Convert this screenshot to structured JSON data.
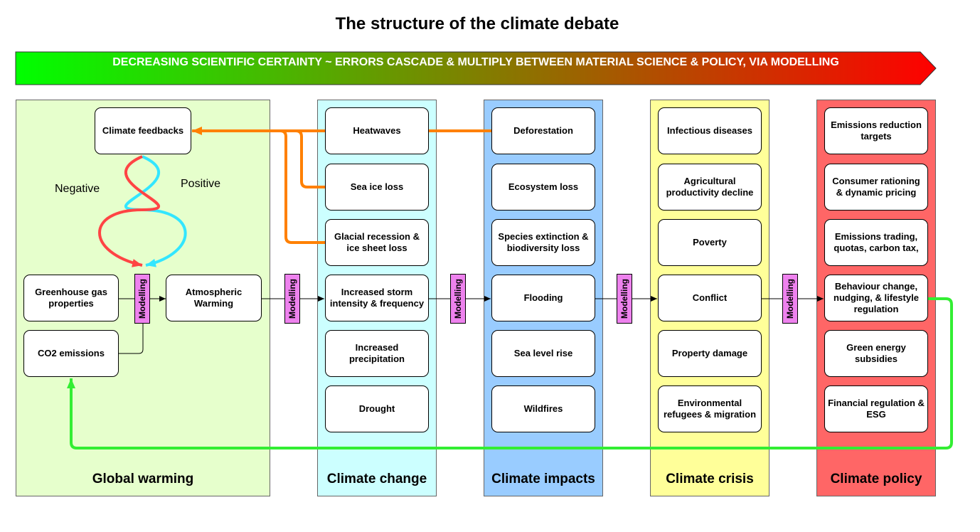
{
  "title": "The structure of the climate debate",
  "banner": {
    "text": "DECREASING SCIENTIFIC CERTAINTY ~ ERRORS CASCADE & MULTIPLY BETWEEN MATERIAL SCIENCE & POLICY, VIA MODELLING",
    "gradient": [
      "#00ff00",
      "#ff0000"
    ]
  },
  "panels": [
    {
      "label": "Global warming",
      "color": "#e6ffcc"
    },
    {
      "label": "Climate change",
      "color": "#ccffff"
    },
    {
      "label": "Climate impacts",
      "color": "#99ccff"
    },
    {
      "label": "Climate crisis",
      "color": "#ffff99"
    },
    {
      "label": "Climate policy",
      "color": "#ff6666"
    }
  ],
  "global_warming": {
    "climate_feedbacks": "Climate feedbacks",
    "negative": "Negative",
    "positive": "Positive",
    "greenhouse_gas": "Greenhouse gas properties",
    "co2_emissions": "CO2 emissions",
    "atmospheric_warming": "Atmospheric Warming"
  },
  "climate_change": [
    "Heatwaves",
    "Sea ice loss",
    "Glacial recession & ice sheet loss",
    "Increased storm intensity & frequency",
    "Increased precipitation",
    "Drought"
  ],
  "climate_impacts": [
    "Deforestation",
    "Ecosystem loss",
    "Species extinction & biodiversity loss",
    "Flooding",
    "Sea level rise",
    "Wildfires"
  ],
  "climate_crisis": [
    "Infectious diseases",
    "Agricultural productivity decline",
    "Poverty",
    "Conflict",
    "Property damage",
    "Environmental refugees & migration"
  ],
  "climate_policy": [
    "Emissions reduction targets",
    "Consumer rationing & dynamic pricing",
    "Emissions trading, quotas, carbon tax,",
    "Behaviour change, nudging, & lifestyle regulation",
    "Green energy subsidies",
    "Financial regulation & ESG"
  ],
  "modelling_label": "Modelling",
  "colors": {
    "negative_feedback": "#33e6ff",
    "positive_feedback": "#ff4444",
    "feedback_links": "#ff8000",
    "policy_loop": "#33ee33",
    "modelling": "#ee82ee"
  }
}
